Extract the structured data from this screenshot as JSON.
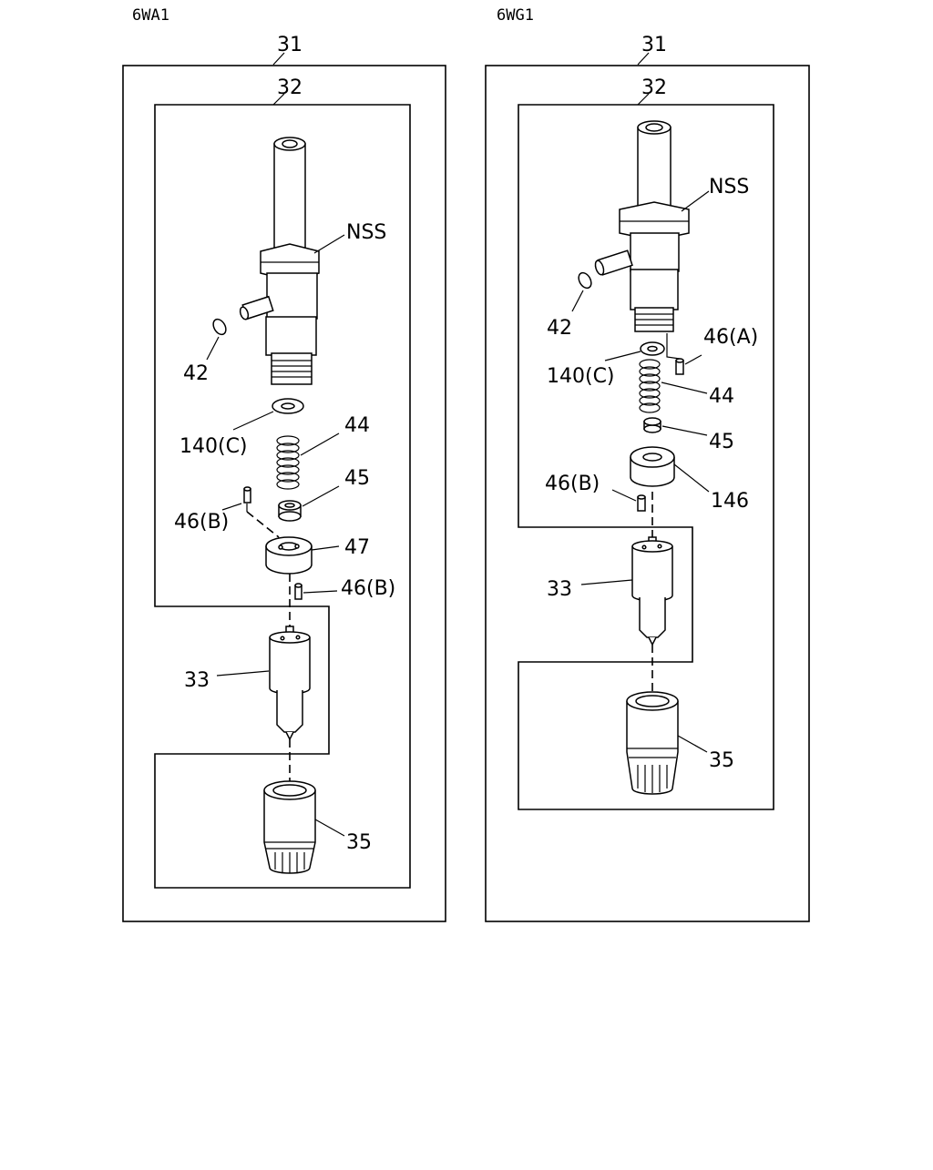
{
  "diagrams": [
    {
      "title": "6WA1",
      "labels": {
        "assembly": "31",
        "holder": "32",
        "nss": "NSS",
        "o_ring": "42",
        "washer": "140(C)",
        "spring": "44",
        "pin_b_upper": "46(B)",
        "push_rod": "45",
        "spacer": "47",
        "pin_b_lower": "46(B)",
        "nozzle": "33",
        "retaining_nut": "35"
      }
    },
    {
      "title": "6WG1",
      "labels": {
        "assembly": "31",
        "holder": "32",
        "nss": "NSS",
        "o_ring": "42",
        "pin_a": "46(A)",
        "washer": "140(C)",
        "spring": "44",
        "push_rod": "45",
        "pin_b": "46(B)",
        "spacer": "146",
        "nozzle": "33",
        "retaining_nut": "35"
      }
    }
  ]
}
